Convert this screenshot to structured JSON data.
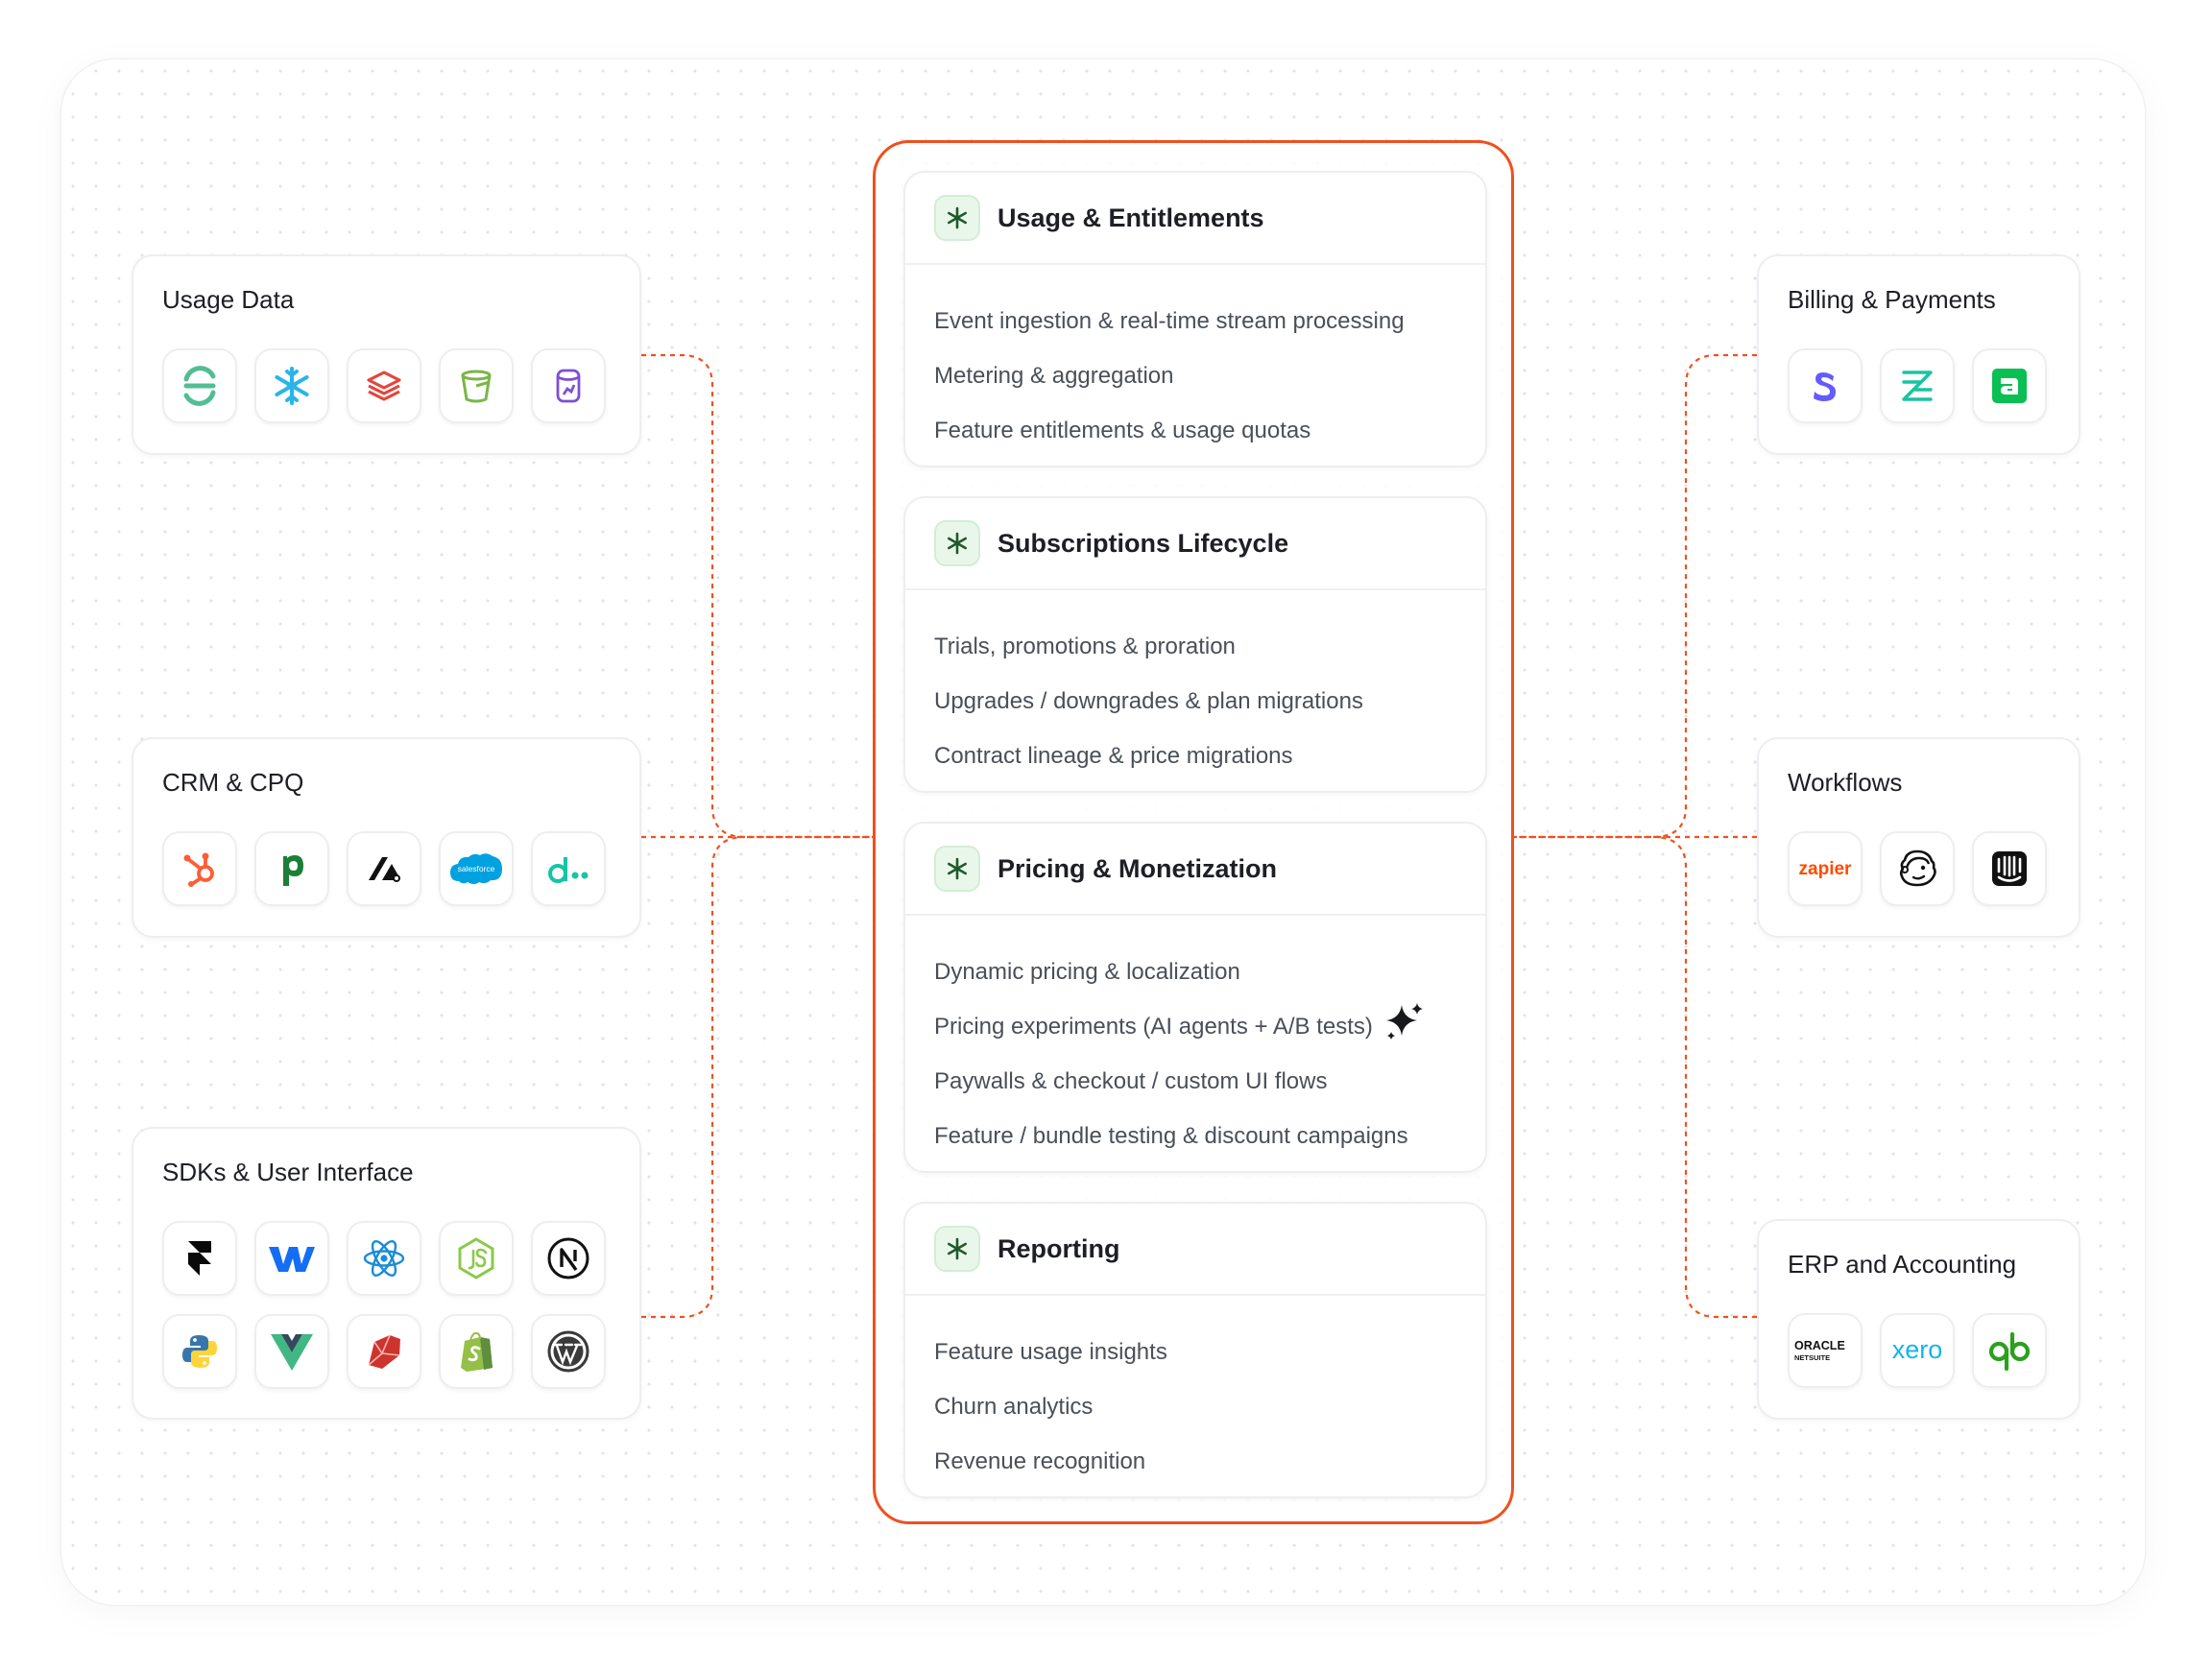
{
  "hub": {
    "cards": [
      {
        "title": "Usage & Entitlements",
        "items": [
          "Event ingestion & real-time stream processing",
          "Metering & aggregation",
          "Feature entitlements & usage quotas"
        ]
      },
      {
        "title": "Subscriptions Lifecycle",
        "items": [
          "Trials, promotions & proration",
          "Upgrades / downgrades & plan migrations",
          "Contract lineage & price migrations"
        ]
      },
      {
        "title": "Pricing & Monetization",
        "items": [
          "Dynamic pricing & localization",
          "Pricing experiments (AI agents + A/B tests)",
          "Paywalls & checkout / custom UI flows",
          "Feature / bundle testing & discount campaigns"
        ]
      },
      {
        "title": "Reporting",
        "items": [
          "Feature usage insights",
          "Churn analytics",
          "Revenue recognition"
        ]
      }
    ]
  },
  "left_panels": [
    {
      "title": "Usage Data",
      "icons": [
        "segment-icon",
        "snowflake-icon",
        "databricks-icon",
        "s3-bucket-icon",
        "database-icon"
      ]
    },
    {
      "title": "CRM & CPQ",
      "icons": [
        "hubspot-icon",
        "pipedrive-icon",
        "attio-icon",
        "salesforce-icon",
        "dealhub-icon"
      ]
    },
    {
      "title": "SDKs & User Interface",
      "icons": [
        "framer-icon",
        "webflow-icon",
        "react-icon",
        "nodejs-icon",
        "nextjs-icon",
        "python-icon",
        "vue-icon",
        "ruby-icon",
        "shopify-icon",
        "wordpress-icon"
      ]
    }
  ],
  "right_panels": [
    {
      "title": "Billing & Payments",
      "icons": [
        "stripe-icon",
        "zuora-icon",
        "adyen-icon"
      ]
    },
    {
      "title": "Workflows",
      "icons": [
        "zapier-icon",
        "mailchimp-icon",
        "intercom-icon"
      ]
    },
    {
      "title": "ERP and Accounting",
      "icons": [
        "oracle-netsuite-icon",
        "xero-icon",
        "quickbooks-icon"
      ]
    }
  ],
  "logo_text": {
    "salesforce": "salesforce",
    "zapier": "zapier",
    "oracle": "ORACLE",
    "netsuite": "NETSUITE",
    "xero": "xero"
  },
  "colors": {
    "accent": "#f0501e",
    "badge_bg": "#e9f7ea",
    "badge_star": "#1f5a2a"
  }
}
